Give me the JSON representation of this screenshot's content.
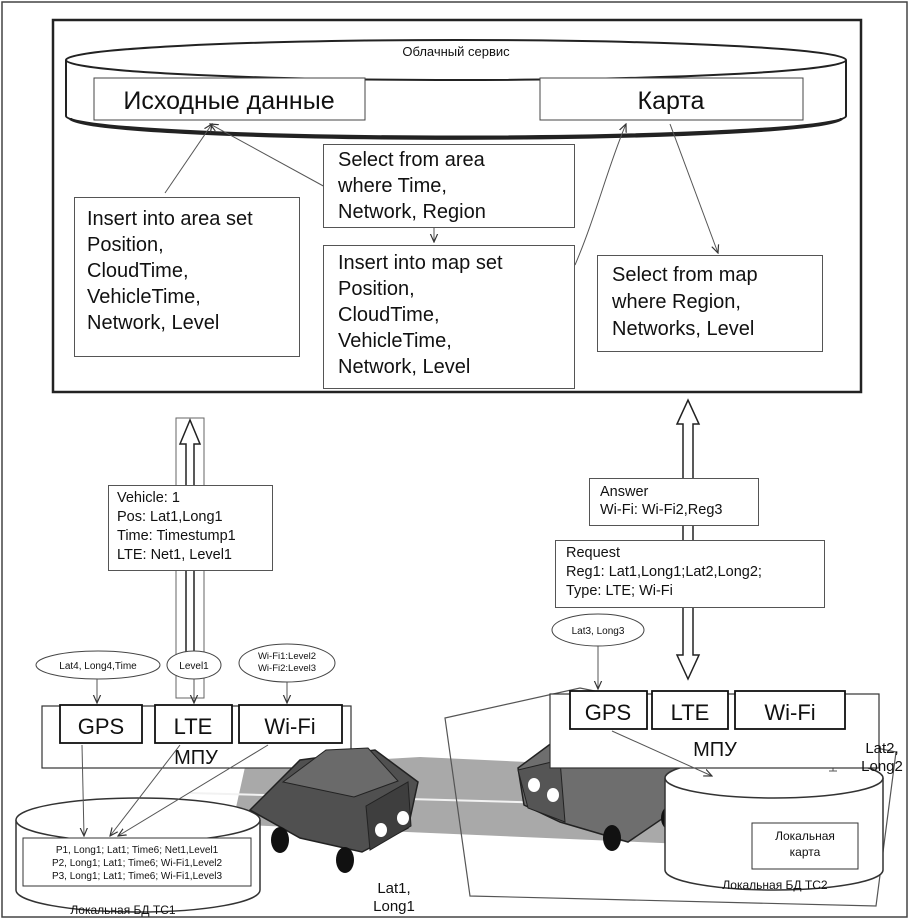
{
  "cloud": {
    "title": "Облачный сервис",
    "source_data_label": "Исходные данные",
    "map_label": "Карта"
  },
  "queries": {
    "insert_area": "Insert into area set\nPosition,\nCloudTime,\nVehicleTime,\nNetwork, Level",
    "select_area": "Select from area\nwhere Time,\nNetwork, Region",
    "insert_map": "Insert into map set\nPosition,\nCloudTime,\nVehicleTime,\nNetwork, Level",
    "select_map": "Select from map\nwhere Region,\nNetworks, Level"
  },
  "vehicle1": {
    "message": "Vehicle: 1\nPos: Lat1,Long1\nTime: Timestump1\nLTE: Net1, Level1",
    "gps_input": "Lat4, Long4,Time",
    "lte_input": "Level1",
    "wifi_input": "Wi-Fi1:Level2\nWi-Fi2:Level3",
    "modules": [
      "GPS",
      "LTE",
      "Wi-Fi"
    ],
    "unit_label": "МПУ",
    "db_rows": [
      "P1, Long1; Lat1; Time6; Net1,Level1",
      "P2, Long1; Lat1; Time6; Wi-Fi1,Level2",
      "P3, Long1; Lat1; Time6; Wi-Fi1,Level3"
    ],
    "db_label": "Локальная БД ТС1",
    "position_label": "Lat1,\nLong1"
  },
  "vehicle2": {
    "answer": "Answer\nWi-Fi: Wi-Fi2,Reg3",
    "request": "Request\nReg1: Lat1,Long1;Lat2,Long2;\nType: LTE; Wi-Fi",
    "gps_input": "Lat3, Long3",
    "modules": [
      "GPS",
      "LTE",
      "Wi-Fi"
    ],
    "unit_label": "МПУ",
    "local_map_label": "Локальная\nкарта",
    "db_label": "Локальная БД ТС2",
    "position_label": "Lat2,\nLong2"
  }
}
